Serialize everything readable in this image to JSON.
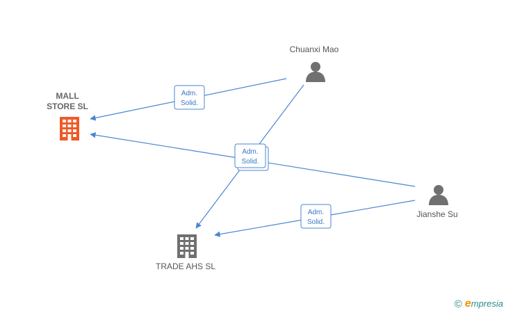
{
  "nodes": {
    "mall_store": {
      "label_line1": "MALL",
      "label_line2": "STORE  SL",
      "type": "company",
      "color": "#f05a28"
    },
    "trade_ahs": {
      "label": "TRADE AHS  SL",
      "type": "company",
      "color": "#707070"
    },
    "chuanxi_mao": {
      "label": "Chuanxi Mao",
      "type": "person",
      "color": "#707070"
    },
    "jianshe_su": {
      "label": "Jianshe Su",
      "type": "person",
      "color": "#707070"
    }
  },
  "badges": {
    "b1": {
      "line1": "Adm.",
      "line2": "Solid."
    },
    "b2": {
      "line1": "Adm.",
      "line2": "Solid."
    },
    "b3": {
      "line1": "Adm.",
      "line2": "Solid."
    }
  },
  "edge_color": "#4a86d0",
  "footer": {
    "copyright": "©",
    "brand_initial": "e",
    "brand_rest": "mpresia"
  }
}
